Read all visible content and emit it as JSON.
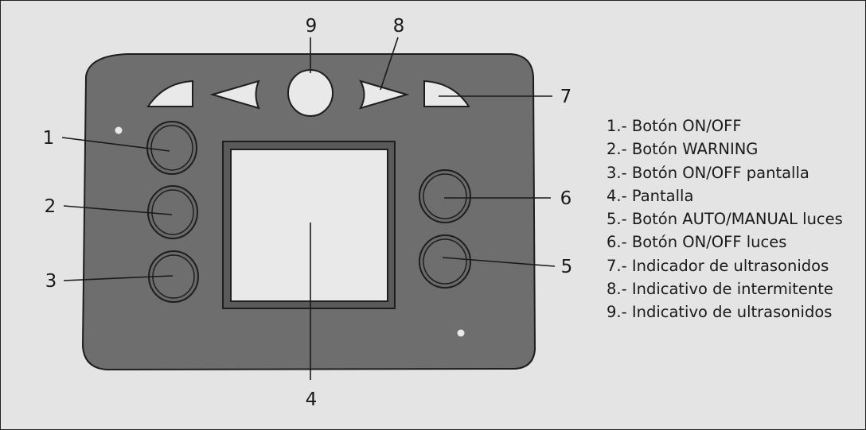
{
  "callouts": {
    "n1": "1",
    "n2": "2",
    "n3": "3",
    "n4": "4",
    "n5": "5",
    "n6": "6",
    "n7": "7",
    "n8": "8",
    "n9": "9"
  },
  "legend": {
    "items": [
      "1.-  Botón ON/OFF",
      "2.- Botón WARNING",
      "3.- Botón ON/OFF pantalla",
      "4.- Pantalla",
      "5.- Botón AUTO/MANUAL luces",
      "6.- Botón ON/OFF luces",
      "7.- Indicador de ultrasonidos",
      "8.- Indicativo de intermitente",
      "9.- Indicativo de ultrasonidos"
    ]
  },
  "colors": {
    "background": "#e4e4e4",
    "panel": "#6e6e6e",
    "panel_outline": "#1e1e1e",
    "component_fill": "#e9e9e9"
  }
}
